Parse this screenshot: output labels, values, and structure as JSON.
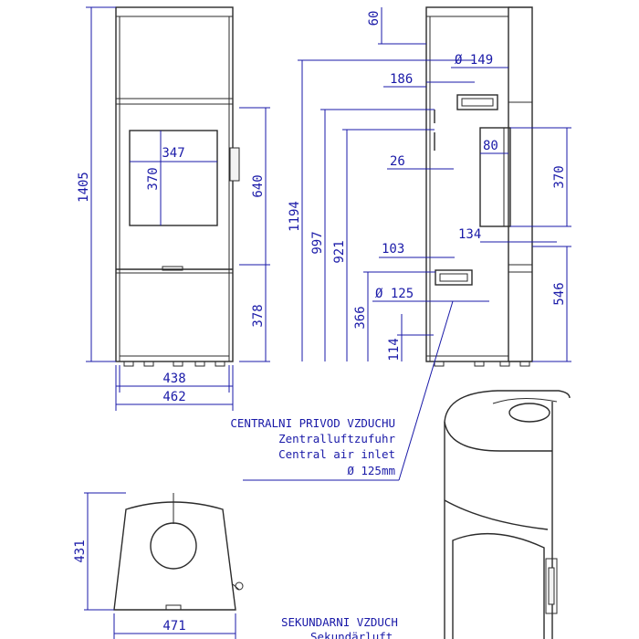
{
  "dimensions": {
    "front": {
      "total_height": "1405",
      "door_width": "347",
      "door_height": "370",
      "door_frame_height": "640",
      "lower_height": "378",
      "inner_width": "438",
      "outer_width": "462"
    },
    "side": {
      "top_offset": "60",
      "flue_diameter": "Ø 149",
      "flue_offset": "186",
      "flue_height": "1194",
      "height_997": "997",
      "height_921": "921",
      "handle_offset": "26",
      "panel_depth": "80",
      "panel_height": "370",
      "panel_offset": "134",
      "air_inlet_offset": "103",
      "air_inlet_diameter": "Ø 125",
      "air_inlet_height": "366",
      "base_height": "114",
      "lower_panel_height": "546"
    },
    "plan": {
      "depth": "431",
      "width": "471"
    }
  },
  "notes": {
    "central_air": {
      "cz": "CENTRALNI PRIVOD VZDUCHU",
      "de": "Zentralluftzufuhr",
      "en": "Central air inlet",
      "dia": "Ø 125mm"
    },
    "secondary_air": {
      "cz": "SEKUNDARNI VZDUCH",
      "de": "Sekundärluft"
    }
  }
}
